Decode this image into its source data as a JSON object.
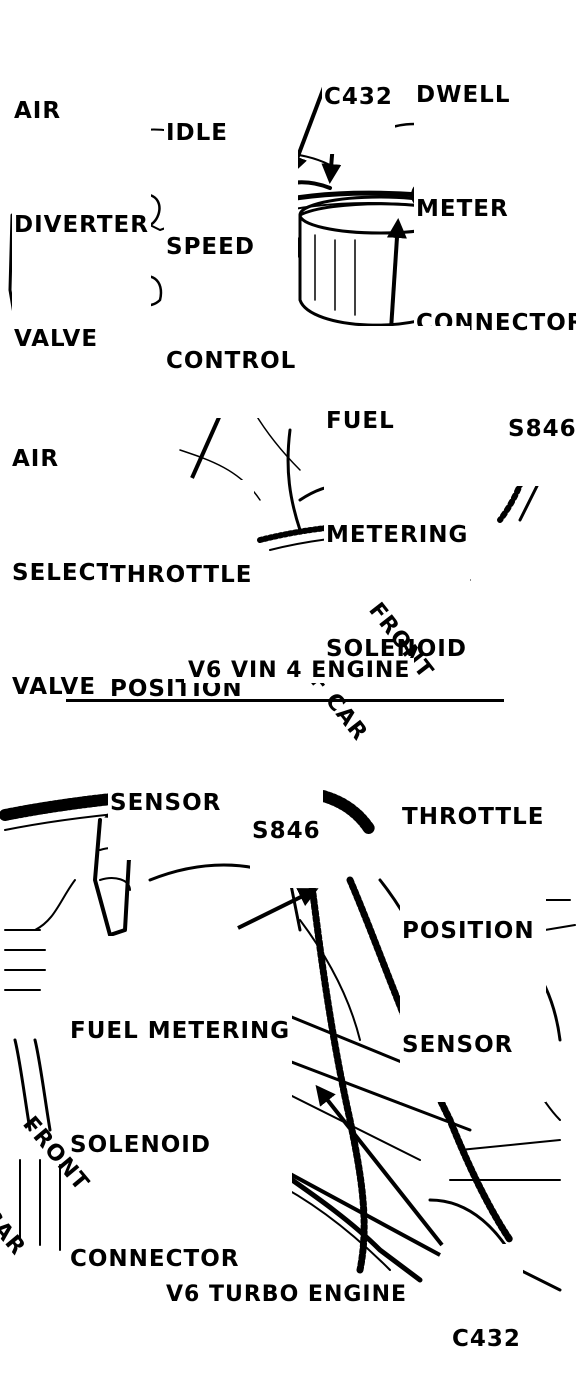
{
  "top_figure": {
    "caption": "V6 VIN 4 ENGINE",
    "labels": {
      "air_diverter_valve": [
        "AIR",
        "DIVERTER",
        "VALVE"
      ],
      "idle_speed_control": [
        "IDLE",
        "SPEED",
        "CONTROL"
      ],
      "c432": "C432",
      "dwell_meter_connector": [
        "DWELL",
        "METER",
        "CONNECTOR"
      ],
      "air_select_valve": [
        "AIR",
        "SELECT",
        "VALVE"
      ],
      "fuel_metering_solenoid": [
        "FUEL",
        "METERING",
        "SOLENOID"
      ],
      "s846": "S846",
      "throttle_position_sensor": [
        "THROTTLE",
        "POSITION",
        "SENSOR"
      ],
      "front_of_car": [
        "FRONT",
        "OF CAR"
      ]
    }
  },
  "bottom_figure": {
    "caption": "V6 TURBO ENGINE",
    "labels": {
      "s846": "S846",
      "throttle_position_sensor": [
        "THROTTLE",
        "POSITION",
        "SENSOR"
      ],
      "fuel_metering_solenoid_connector": [
        "FUEL METERING",
        "SOLENOID",
        "CONNECTOR"
      ],
      "front_of_car": [
        "FRONT",
        "OF CAR"
      ],
      "c432": "C432"
    }
  }
}
